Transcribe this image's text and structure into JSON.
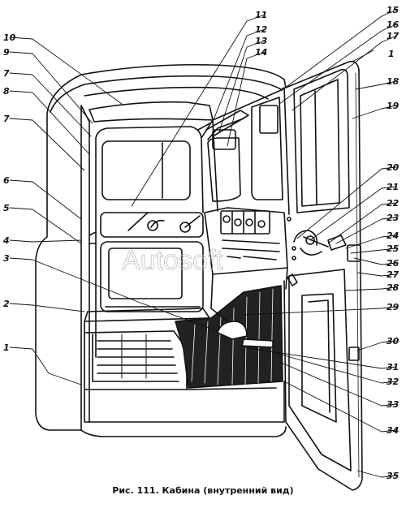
{
  "figure": {
    "caption": "Рис. 111. Кабина (внутренний вид)",
    "watermark": "Autosoft",
    "callouts": [
      {
        "id": "c1a",
        "label": "1"
      },
      {
        "id": "c1b",
        "label": "1"
      },
      {
        "id": "c2",
        "label": "2"
      },
      {
        "id": "c3",
        "label": "3"
      },
      {
        "id": "c4",
        "label": "4"
      },
      {
        "id": "c5",
        "label": "5"
      },
      {
        "id": "c6",
        "label": "6"
      },
      {
        "id": "c7",
        "label": "7"
      },
      {
        "id": "c7b",
        "label": "7"
      },
      {
        "id": "c8",
        "label": "8"
      },
      {
        "id": "c9",
        "label": "9"
      },
      {
        "id": "c10",
        "label": "10"
      },
      {
        "id": "c11",
        "label": "11"
      },
      {
        "id": "c12",
        "label": "12"
      },
      {
        "id": "c13",
        "label": "13"
      },
      {
        "id": "c14",
        "label": "14"
      },
      {
        "id": "c15",
        "label": "15"
      },
      {
        "id": "c16",
        "label": "16"
      },
      {
        "id": "c17",
        "label": "17"
      },
      {
        "id": "c18",
        "label": "18"
      },
      {
        "id": "c19",
        "label": "19"
      },
      {
        "id": "c20",
        "label": "20"
      },
      {
        "id": "c21",
        "label": "21"
      },
      {
        "id": "c22",
        "label": "22"
      },
      {
        "id": "c23",
        "label": "23"
      },
      {
        "id": "c24",
        "label": "24"
      },
      {
        "id": "c25",
        "label": "25"
      },
      {
        "id": "c26",
        "label": "26"
      },
      {
        "id": "c27",
        "label": "27"
      },
      {
        "id": "c28",
        "label": "28"
      },
      {
        "id": "c29",
        "label": "29"
      },
      {
        "id": "c30",
        "label": "30"
      },
      {
        "id": "c31",
        "label": "31"
      },
      {
        "id": "c32",
        "label": "32"
      },
      {
        "id": "c33",
        "label": "33"
      },
      {
        "id": "c34",
        "label": "34"
      },
      {
        "id": "c35",
        "label": "35"
      }
    ]
  }
}
